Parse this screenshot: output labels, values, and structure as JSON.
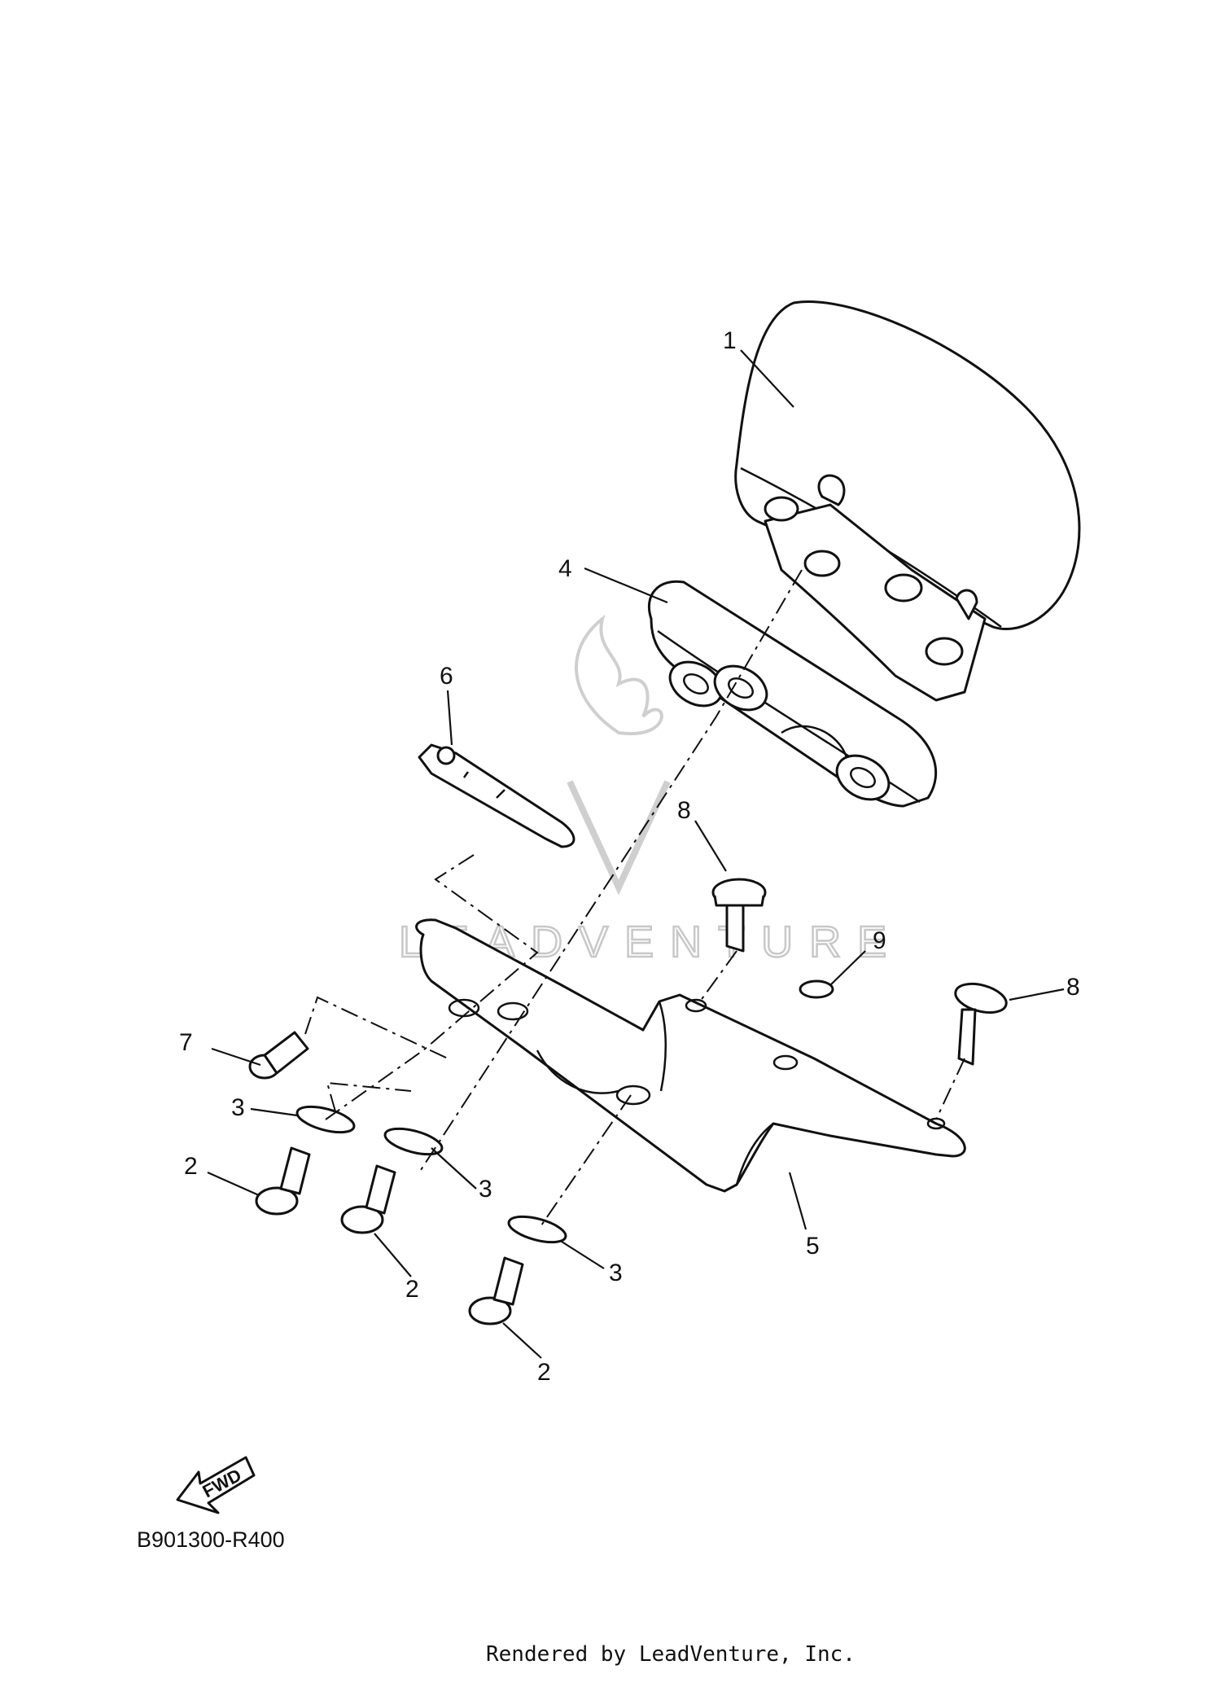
{
  "diagram": {
    "code": "B901300-R400",
    "credit": "Rendered by LeadVenture, Inc.",
    "watermark": "LEADVENTURE",
    "fwd_label": "FWD",
    "callouts": [
      "1",
      "2",
      "2",
      "2",
      "3",
      "3",
      "3",
      "4",
      "5",
      "6",
      "7",
      "8",
      "8",
      "9"
    ]
  }
}
